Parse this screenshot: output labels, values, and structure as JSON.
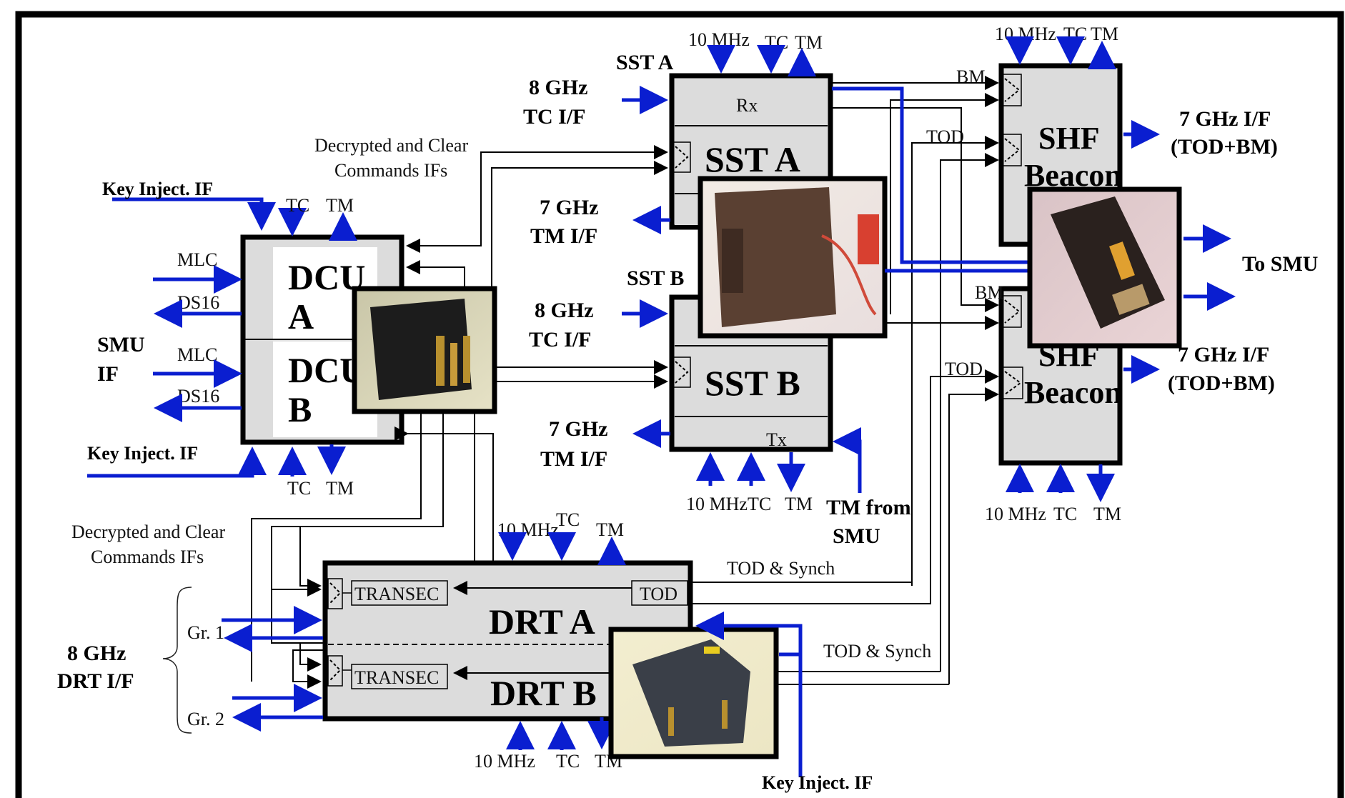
{
  "diagram": {
    "colors": {
      "signal": "#0a1ed0",
      "wire": "#000000",
      "box_fill": "#dcdcdc"
    },
    "dcu": {
      "title_a": "DCU",
      "sub_a": "A",
      "title_b": "DCU",
      "sub_b": "B",
      "key_inject_top": "Key Inject. IF",
      "key_inject_bottom": "Key Inject. IF",
      "tc_top": "TC",
      "tm_top": "TM",
      "tc_bottom": "TC",
      "tm_bottom": "TM",
      "mlc_a": "MLC",
      "ds16_a": "DS16",
      "mlc_b": "MLC",
      "ds16_b": "DS16",
      "smu_if_line1": "SMU",
      "smu_if_line2": "IF"
    },
    "commands_top": {
      "line1": "Decrypted and Clear",
      "line2": "Commands  IFs"
    },
    "commands_bottom": {
      "line1": "Decrypted and Clear",
      "line2": "Commands  IFs"
    },
    "sst_a": {
      "label": "SST A",
      "title": "SST A",
      "rx": "Rx",
      "clk": "10 MHz",
      "tc": "TC",
      "tm": "TM",
      "tc_if_line1": "8 GHz",
      "tc_if_line2": "TC  I/F",
      "tm_if_line1": "7 GHz",
      "tm_if_line2": "TM  I/F"
    },
    "sst_b": {
      "label": "SST B",
      "title": "SST B",
      "tx": "Tx",
      "clk": "10 MHz",
      "tc": "TC",
      "tm": "TM",
      "tc_if_line1": "8 GHz",
      "tc_if_line2": "TC  I/F",
      "tm_if_line1": "7 GHz",
      "tm_if_line2": "TM  I/F",
      "tm_from_smu_line1": "TM from",
      "tm_from_smu_line2": "SMU"
    },
    "shf_a": {
      "title_line1": "SHF",
      "title_line2": "Beacon",
      "clk": "10 MHz",
      "tc": "TC",
      "tm": "TM",
      "bm": "BM",
      "tod": "TOD",
      "out_line1": "7 GHz I/F",
      "out_line2": "(TOD+BM)"
    },
    "shf_b": {
      "title_line1": "SHF",
      "title_line2": "Beacon",
      "clk": "10 MHz",
      "tc": "TC",
      "tm": "TM",
      "bm": "BM",
      "tod": "TOD",
      "out_line1": "7 GHz I/F",
      "out_line2": "(TOD+BM)"
    },
    "to_smu": "To SMU",
    "drt": {
      "title_a": "DRT A",
      "title_b": "DRT B",
      "transec_a": "TRANSEC",
      "transec_b": "TRANSEC",
      "tod": "TOD",
      "clk_top": "10 MHz",
      "tc_top": "TC",
      "tm_top": "TM",
      "clk_bottom": "10 MHz",
      "tc_bottom": "TC",
      "tm_bottom": "TM",
      "gr1": "Gr. 1",
      "gr2": "Gr. 2",
      "drt_if_line1": "8 GHz",
      "drt_if_line2": "DRT I/F",
      "tod_synch_1": "TOD  &  Synch",
      "tod_synch_2": "TOD & Synch",
      "key_inject": "Key Inject. IF"
    },
    "photos": {
      "dcu": "dcu-unit-photo",
      "sst": "sst-unit-photo",
      "shf": "shf-beacon-photo",
      "drt": "drt-unit-photo"
    }
  }
}
